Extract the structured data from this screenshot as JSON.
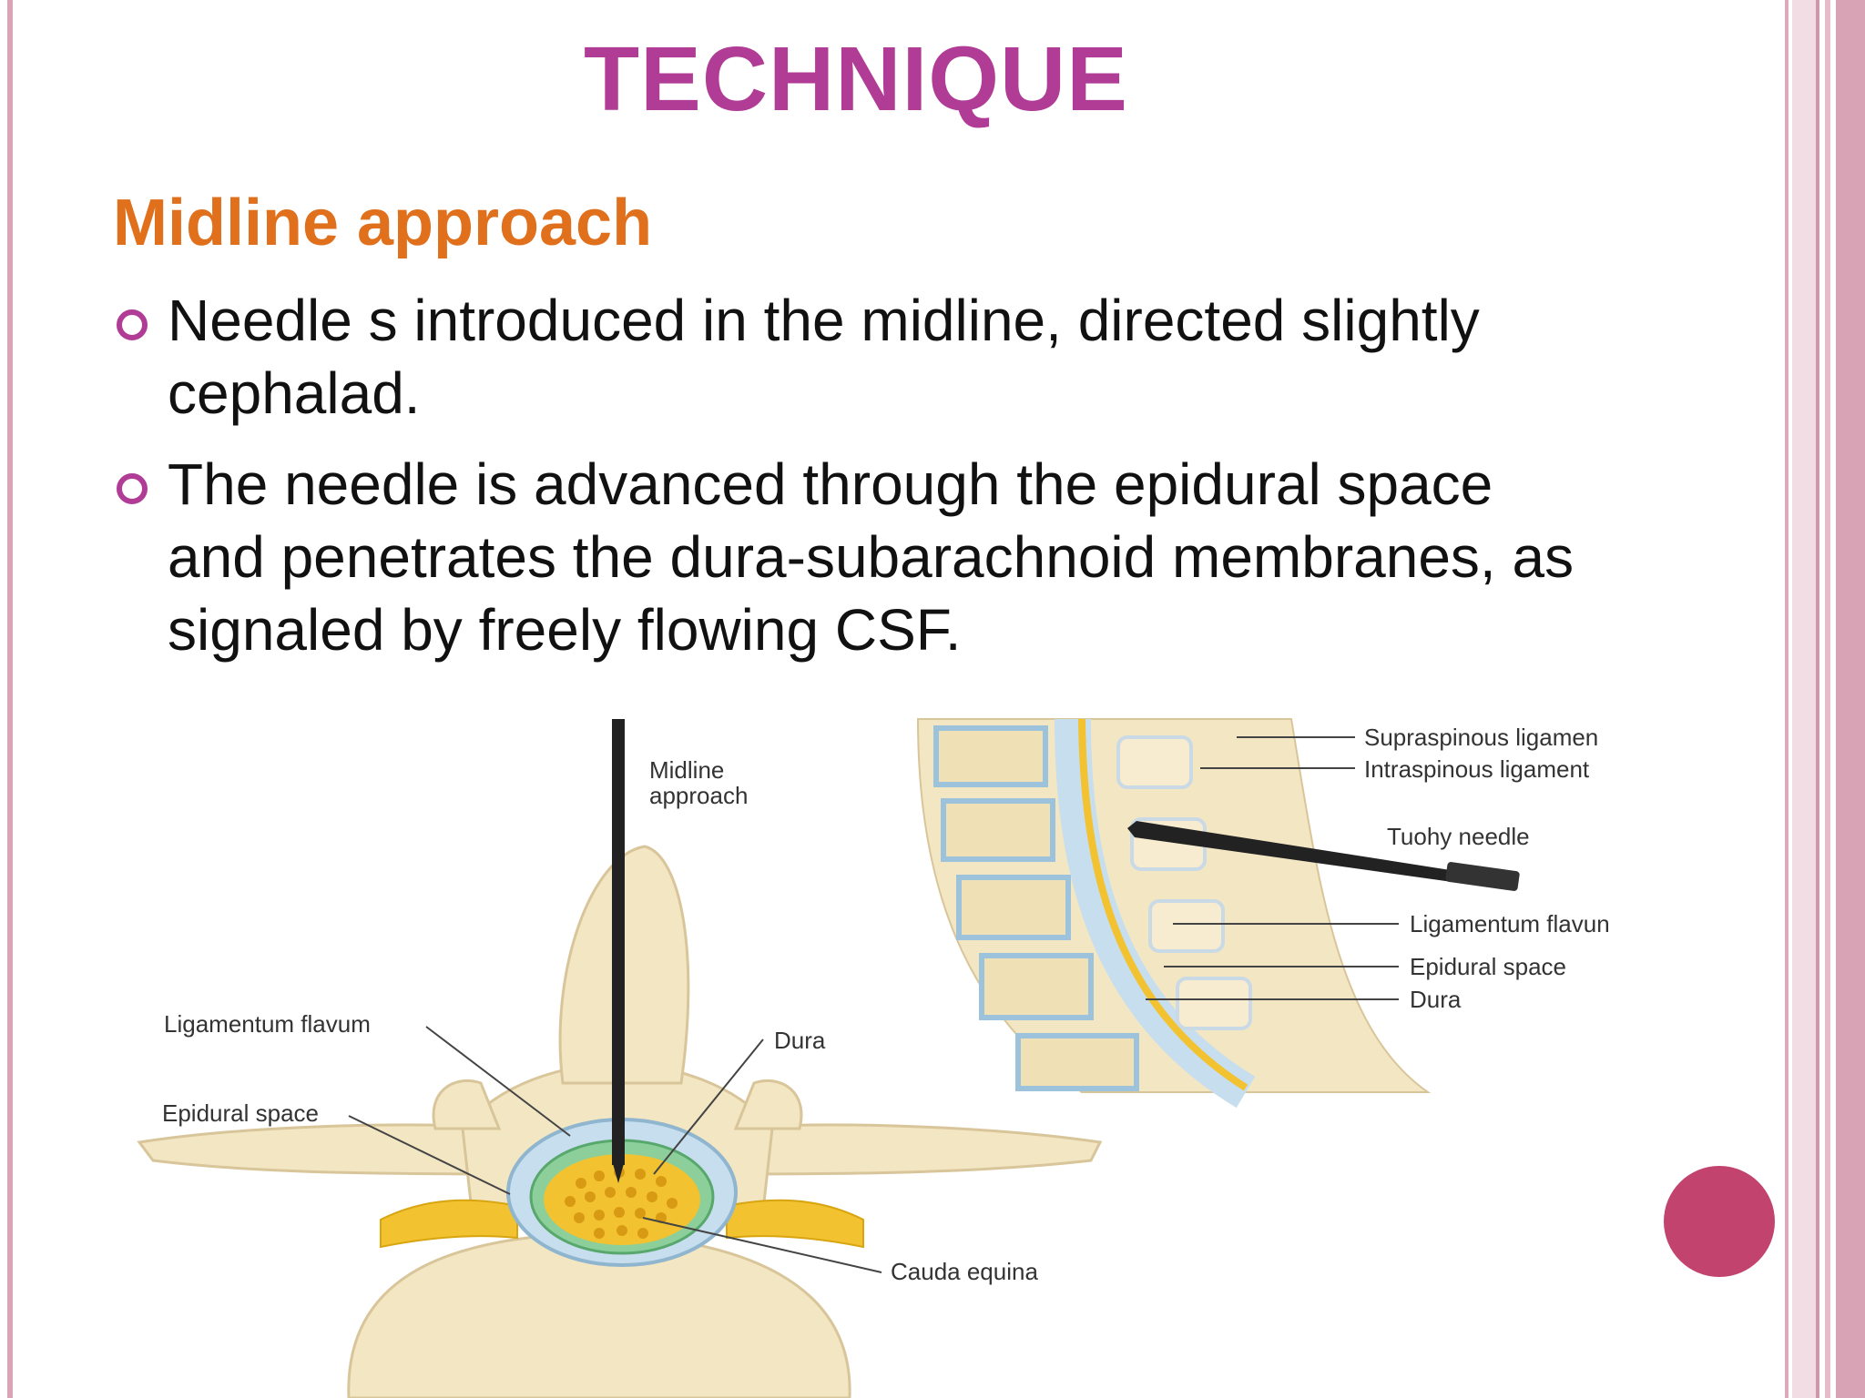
{
  "slide": {
    "title": "TECHNIQUE",
    "subtitle": "Midline approach",
    "bullets": [
      {
        "lines": [
          "Needle s introduced in the midline, directed slightly",
          "cephalad."
        ]
      },
      {
        "lines": [
          "The needle is advanced through the epidural space",
          "and penetrates the dura-subarachnoid membranes, as",
          "signaled by freely flowing CSF."
        ]
      }
    ]
  },
  "figure": {
    "left_labels": {
      "midline_approach_1": "Midline",
      "midline_approach_2": "approach",
      "ligamentum_flavum": "Ligamentum flavum",
      "epidural_space": "Epidural space",
      "dura": "Dura",
      "cauda_equina": "Cauda equina"
    },
    "right_labels": {
      "supraspinous": "Supraspinous ligamen",
      "intraspinous": "Intraspinous ligament",
      "tuohy": "Tuohy needle",
      "ligamentum_flavum": "Ligamentum flavun",
      "epidural_space": "Epidural space",
      "dura": "Dura"
    }
  },
  "colors": {
    "title": "#b03c96",
    "subtitle": "#e0701c",
    "bullet": "#b03c96",
    "accent_dot": "#c2436d",
    "border": "#d9a5b6"
  }
}
